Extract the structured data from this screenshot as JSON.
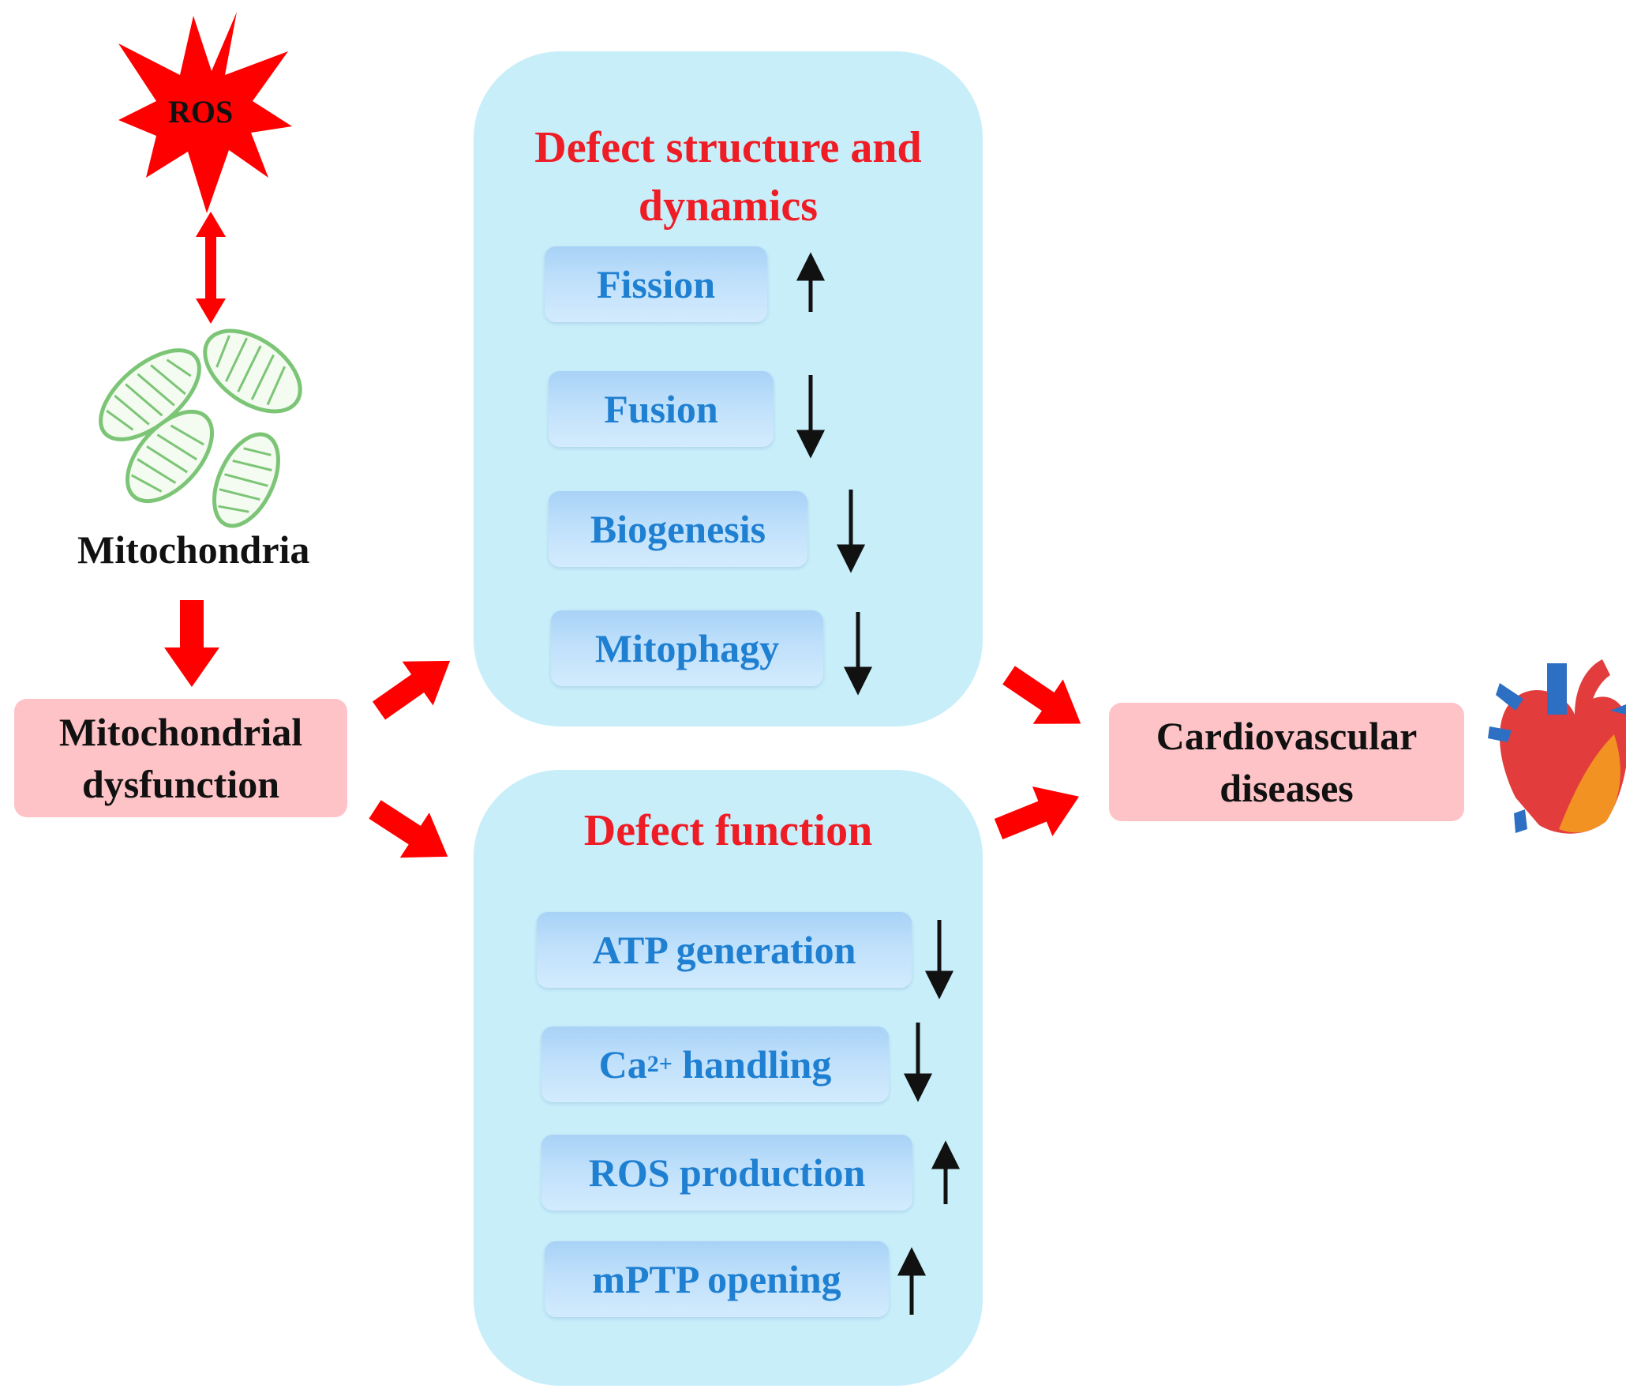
{
  "ros_burst": {
    "label": "ROS",
    "color": "#ff0000"
  },
  "mitochondria": {
    "label": "Mitochondria",
    "icon": "mitochondria-icon",
    "color": "#7cc576"
  },
  "dysfunction_box": {
    "line1": "Mitochondrial",
    "line2": "dysfunction"
  },
  "structure_panel": {
    "title_line1": "Defect structure and",
    "title_line2": "dynamics",
    "items": [
      {
        "label": "Fission",
        "direction": "up"
      },
      {
        "label": "Fusion",
        "direction": "down"
      },
      {
        "label": "Biogenesis",
        "direction": "down"
      },
      {
        "label": "Mitophagy",
        "direction": "down"
      }
    ]
  },
  "function_panel": {
    "title": "Defect function",
    "items": [
      {
        "label": "ATP generation",
        "direction": "down"
      },
      {
        "label_prefix": "Ca",
        "label_sup": "2+",
        "label_suffix": " handling",
        "direction": "down"
      },
      {
        "label": "ROS production",
        "direction": "up"
      },
      {
        "label": "mPTP opening",
        "direction": "up"
      }
    ]
  },
  "outcome_box": {
    "line1": "Cardiovascular",
    "line2": "diseases",
    "icon": "heart-icon"
  },
  "colors": {
    "panel": "#c8eefa",
    "title_red": "#ee1c25",
    "pill_text": "#1f7fd1",
    "pink_box": "#fec3c6",
    "arrow_red": "#ff0000"
  }
}
